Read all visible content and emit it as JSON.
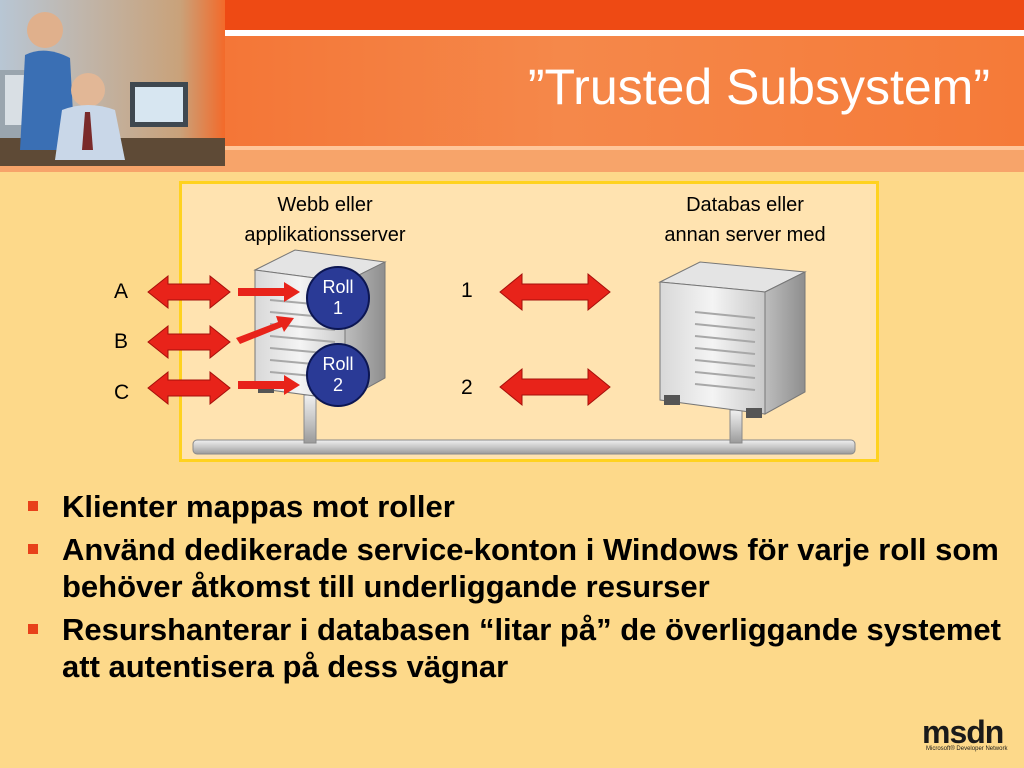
{
  "slide": {
    "title": "”Trusted Subsystem”"
  },
  "diagram": {
    "web_server_label_line1": "Webb eller",
    "web_server_label_line2": "applikationsserver",
    "db_server_label_line1": "Databas eller",
    "db_server_label_line2": "annan server med",
    "clients": [
      "A",
      "B",
      "C"
    ],
    "roles": [
      {
        "line1": "Roll",
        "line2": "1"
      },
      {
        "line1": "Roll",
        "line2": "2"
      }
    ],
    "connections": [
      "1",
      "2"
    ]
  },
  "bullets": [
    "Klienter mappas mot roller",
    "Använd dedikerade service-konton i Windows för varje roll som behöver åtkomst till underliggande resurser",
    "Resurshanterar i databasen “litar på” de överliggande systemet att autentisera på dess vägnar"
  ],
  "logo": {
    "name": "msdn",
    "subtitle": "Microsoft® Developer Network"
  },
  "colors": {
    "header_orange": "#f26522",
    "background": "#fdd98a",
    "arrow_red": "#e8231a",
    "role_blue": "#2a3a96",
    "box_border": "#ffd21f"
  }
}
